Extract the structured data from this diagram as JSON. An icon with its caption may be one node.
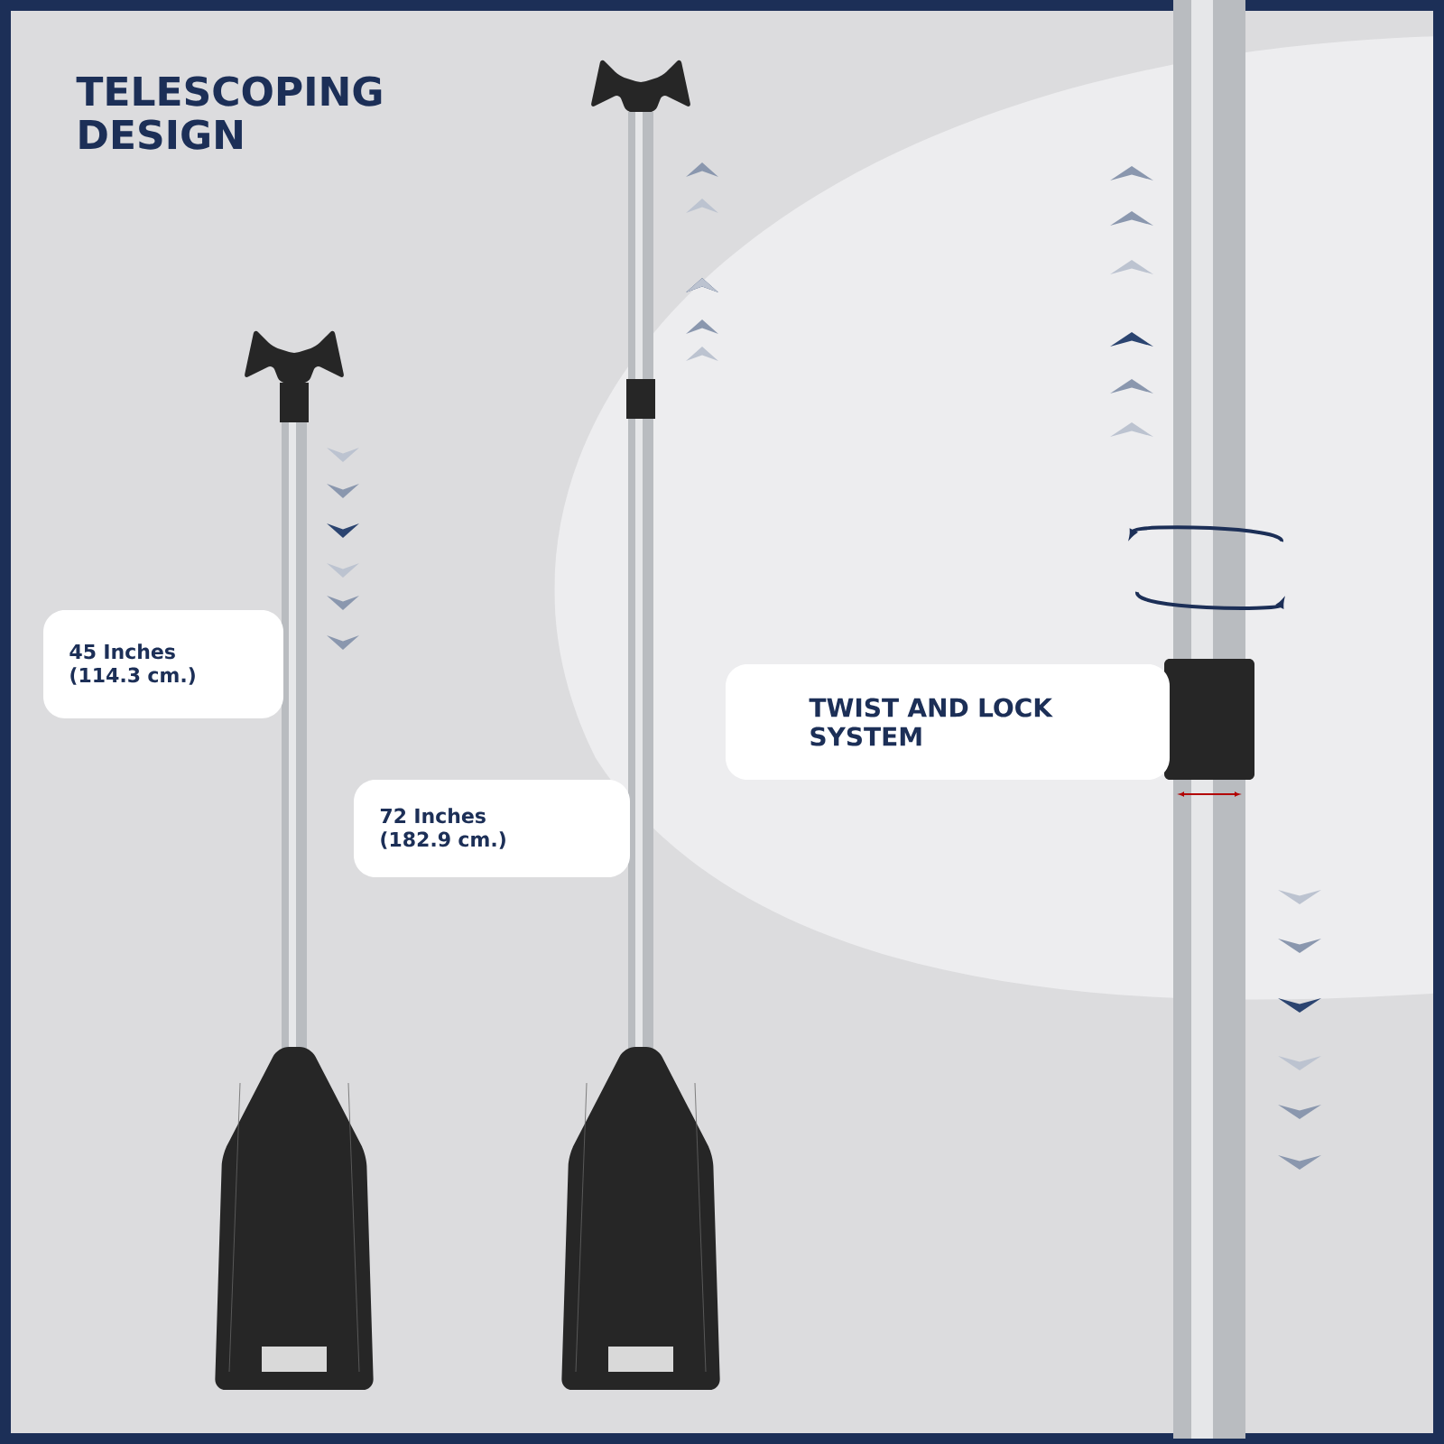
{
  "diagram": {
    "title": "TELESCOPING DESIGN",
    "nodes": [
      {
        "text": [
          "45 Inches (114.3 cm.)"
        ]
      },
      {
        "text": [
          "72 Inches (182.9 cm.)"
        ]
      },
      {
        "text": [
          "TWIST AND LOCK SYSTEM"
        ]
      }
    ]
  }
}
